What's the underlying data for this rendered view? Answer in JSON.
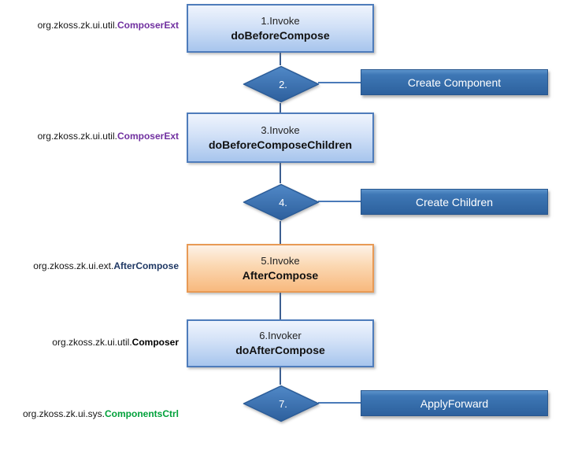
{
  "diagram": {
    "interface_labels": [
      {
        "prefix": "org.zkoss.zk.ui.util.",
        "name": "ComposerExt",
        "color": "#7030a0"
      },
      {
        "prefix": "org.zkoss.zk.ui.util.",
        "name": "ComposerExt",
        "color": "#7030a0"
      },
      {
        "prefix": "org.zkoss.zk.ui.ext.",
        "name": "AfterCompose",
        "color": "#1f3864"
      },
      {
        "prefix": "org.zkoss.zk.ui.util.",
        "name": "Composer",
        "color": "#000000"
      },
      {
        "prefix": "org.zkoss.zk.ui.sys.",
        "name": "ComponentsCtrl",
        "color": "#00a13a"
      }
    ],
    "process_boxes": [
      {
        "line1": "1.Invoke",
        "line2": "doBeforeCompose",
        "variant": "light-blue"
      },
      {
        "line1": "3.Invoke",
        "line2": "doBeforeComposeChildren",
        "variant": "light-blue"
      },
      {
        "line1": "5.Invoke",
        "line2": "AfterCompose",
        "variant": "orange"
      },
      {
        "line1": "6.Invoker",
        "line2": "doAfterCompose",
        "variant": "light-blue"
      }
    ],
    "decisions": [
      {
        "label": "2.",
        "action": "Create Component"
      },
      {
        "label": "4.",
        "action": "Create Children"
      },
      {
        "label": "7.",
        "action": "ApplyForward"
      }
    ],
    "colors": {
      "light_box_border": "#4e7cbb",
      "light_box_fill_top": "#eff4fd",
      "light_box_fill_bottom": "#a7c5ed",
      "orange_box_border": "#e89a55",
      "orange_box_fill_top": "#fdf2e7",
      "orange_box_fill_bottom": "#f8b97e",
      "dark_box_fill_top": "#4a83c2",
      "dark_box_fill_bottom": "#2d619e",
      "diamond_fill_top": "#5088c7",
      "diamond_fill_bottom": "#2d5f9c",
      "vertical_connector": "#3d5f91",
      "branch_connector": "#4a7ab8"
    }
  }
}
